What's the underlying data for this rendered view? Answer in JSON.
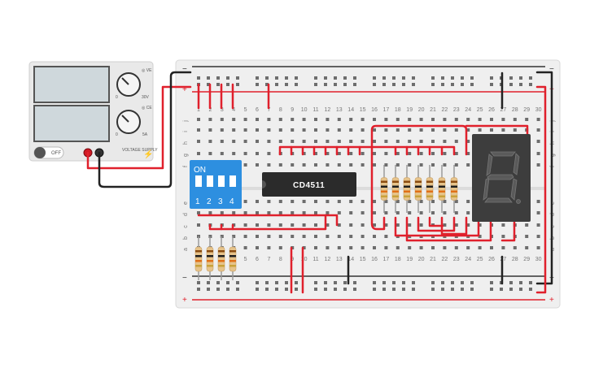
{
  "power_supply": {
    "voltage_knob_label_top": "◎ VE",
    "voltage_knob_min": "0",
    "voltage_knob_max": "30V",
    "current_knob_label_top": "◎ CE",
    "current_knob_min": "0",
    "current_knob_max": "5A",
    "power_switch_label": "OFF",
    "brand_label": "VOLTAGE SUPPLY"
  },
  "breadboard": {
    "column_numbers": [
      "1",
      "2",
      "3",
      "4",
      "5",
      "6",
      "7",
      "8",
      "9",
      "10",
      "11",
      "12",
      "13",
      "14",
      "15",
      "16",
      "17",
      "18",
      "19",
      "20",
      "21",
      "22",
      "23",
      "24",
      "25",
      "26",
      "27",
      "28",
      "29",
      "30"
    ],
    "row_letters_top": [
      "j",
      "i",
      "h",
      "g",
      "f"
    ],
    "row_letters_bottom": [
      "e",
      "d",
      "c",
      "b",
      "a"
    ],
    "rail_plus": "+",
    "rail_minus": "−"
  },
  "dip_switch": {
    "on_label": "ON",
    "switch_numbers": [
      "1",
      "2",
      "3",
      "4"
    ]
  },
  "ic": {
    "label": "CD4511"
  },
  "colors": {
    "wire_red": "#e0202c",
    "wire_black": "#222222",
    "rail_red": "#e0202c",
    "rail_dark": "#333333",
    "breadboard": "#efefef",
    "dip_blue": "#2d8fe0",
    "ic_body": "#2b2b2b",
    "display_body": "#3d3d3d",
    "segment_off": "#5a5a5a"
  }
}
